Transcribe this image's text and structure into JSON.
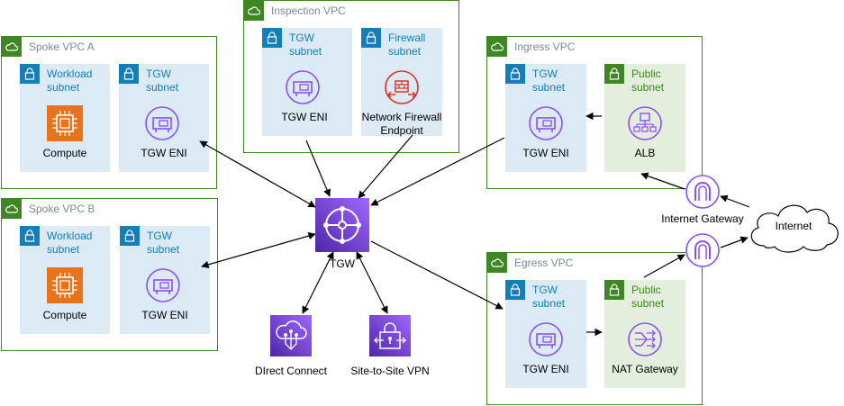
{
  "vpcs": {
    "spoke_a": {
      "title": "Spoke VPC A"
    },
    "spoke_b": {
      "title": "Spoke VPC B"
    },
    "inspection": {
      "title": "Inspection VPC"
    },
    "ingress": {
      "title": "Ingress VPC"
    },
    "egress": {
      "title": "Egress VPC"
    }
  },
  "subnets": {
    "workload_line1": "Workload",
    "tgw_line1": "TGW",
    "firewall_line1": "Firewall",
    "public_line1": "Public",
    "line2": "subnet"
  },
  "nodes": {
    "compute": "Compute",
    "tgw_eni": "TGW ENI",
    "network_firewall_line1": "Network Firewall",
    "network_firewall_line2": "Endpoint",
    "alb": "ALB",
    "nat_gateway": "NAT Gateway",
    "tgw": "TGW",
    "direct_connect": "DIrect Connect",
    "site_to_site_vpn": "Site-to-Site VPN",
    "internet_gateway": "Internet Gateway",
    "internet": "Internet"
  },
  "colors": {
    "vpc_green": "#3f8624",
    "subnet_blue": "#147eba",
    "private_fill": "#dbeaf4",
    "public_fill": "#e3efdc",
    "tgw_purple": "#7a3ee6",
    "compute_orange": "#e7731d",
    "firewall_red": "#dd3522"
  }
}
